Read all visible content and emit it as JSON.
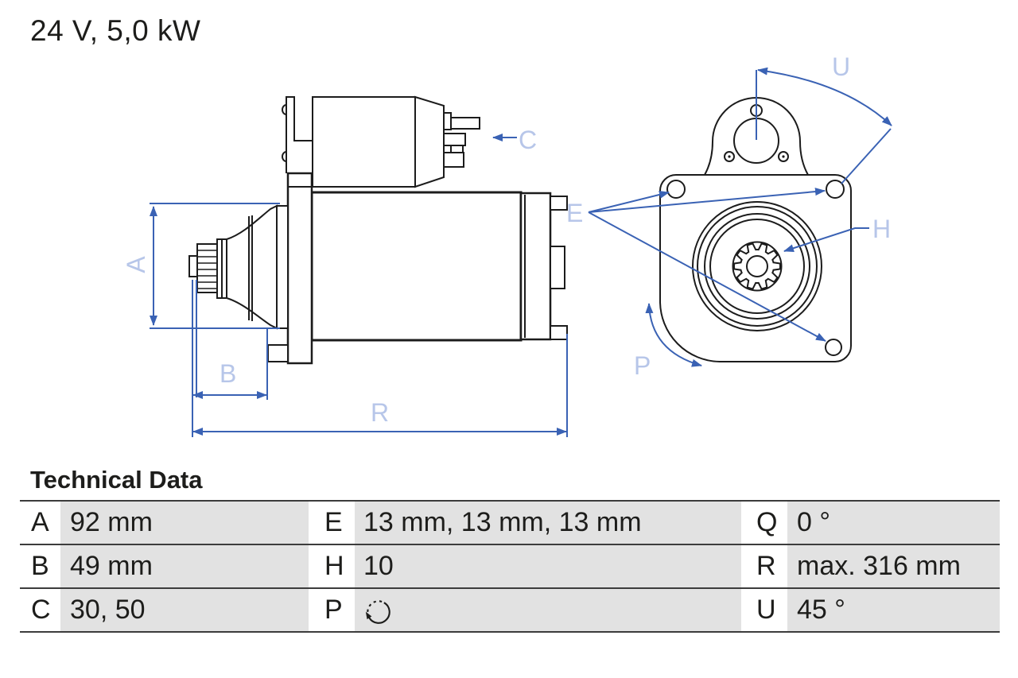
{
  "header": {
    "title": "24 V, 5,0 kW"
  },
  "diagram": {
    "labels": {
      "A": "A",
      "B": "B",
      "C": "C",
      "E": "E",
      "H": "H",
      "P": "P",
      "R": "R",
      "U": "U"
    },
    "dimension_line_color": "#3a62b4",
    "dimension_label_color": "#b7c6e9",
    "outline_color": "#1c1c1c"
  },
  "technical_data": {
    "heading": "Technical Data",
    "rows": [
      {
        "cells": [
          {
            "key": "A",
            "value": "92 mm"
          },
          {
            "key": "E",
            "value": "13 mm, 13 mm, 13 mm"
          },
          {
            "key": "Q",
            "value": "0 °"
          }
        ]
      },
      {
        "cells": [
          {
            "key": "B",
            "value": "49 mm"
          },
          {
            "key": "H",
            "value": "10"
          },
          {
            "key": "R",
            "value": "max. 316 mm"
          }
        ]
      },
      {
        "cells": [
          {
            "key": "C",
            "value": "30, 50"
          },
          {
            "key": "P",
            "value": "",
            "icon": "rotation-direction-icon"
          },
          {
            "key": "U",
            "value": "45 °"
          }
        ]
      }
    ]
  }
}
